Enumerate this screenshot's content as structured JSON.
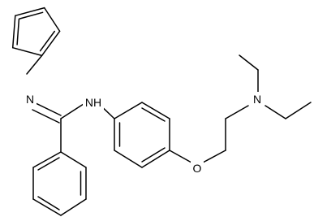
{
  "diagram": {
    "type": "chemical-structure",
    "atom_labels": {
      "imine_nitrogen": "N",
      "amine_nh": "NH",
      "ether_oxygen": "O",
      "tertiary_nitrogen": "N"
    }
  }
}
